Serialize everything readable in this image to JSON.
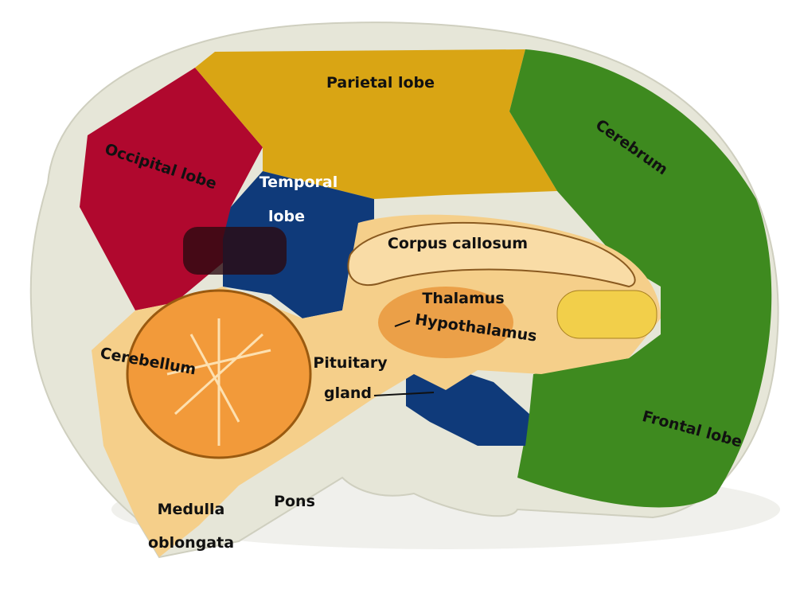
{
  "labels": {
    "parietal": "Parietal lobe",
    "cerebrum": "Cerebrum",
    "occipital": "Occipital lobe",
    "temporal_1": "Temporal",
    "temporal_2": "lobe",
    "corpus": "Corpus callosum",
    "thalamus": "Thalamus",
    "hypothalamus": "Hypothalamus",
    "cerebellum": "Cerebellum",
    "pituitary_1": "Pituitary",
    "pituitary_2": "gland",
    "frontal": "Frontal lobe",
    "pons": "Pons",
    "medulla_1": "Medulla",
    "medulla_2": "oblongata"
  },
  "colors": {
    "shell": "#e6e6d8",
    "occipital": "#b0082e",
    "parietal": "#d9a514",
    "temporal": "#0f3a7a",
    "frontal": "#3e8a1f",
    "inner": "#f5cf8a",
    "cerebellum": "#f29a3a",
    "thalamus": "#eba048"
  }
}
